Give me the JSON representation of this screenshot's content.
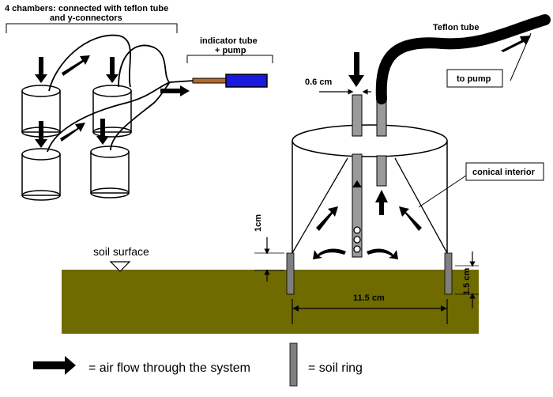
{
  "labels": {
    "chambers_line1": "4 chambers: connected with teflon tube",
    "chambers_line2": "and y-connectors",
    "indicator_line1": "indicator tube",
    "indicator_line2": "+ pump",
    "teflon_tube": "Teflon tube",
    "to_pump": "to pump",
    "width_06": "0.6 cm",
    "conical_interior": "conical interior",
    "soil_surface": "soil surface",
    "dim_1cm": "1cm",
    "dim_115": "11.5 cm",
    "dim_15": "1.5 cm"
  },
  "legend": {
    "arrow_text": "= air flow through the system",
    "ring_text": "= soil ring"
  },
  "colors": {
    "soil": "#6f6b00",
    "pump_body": "#1a1adc",
    "tube_gray": "#9a9a9a",
    "ring_gray": "#7f7f7f"
  }
}
